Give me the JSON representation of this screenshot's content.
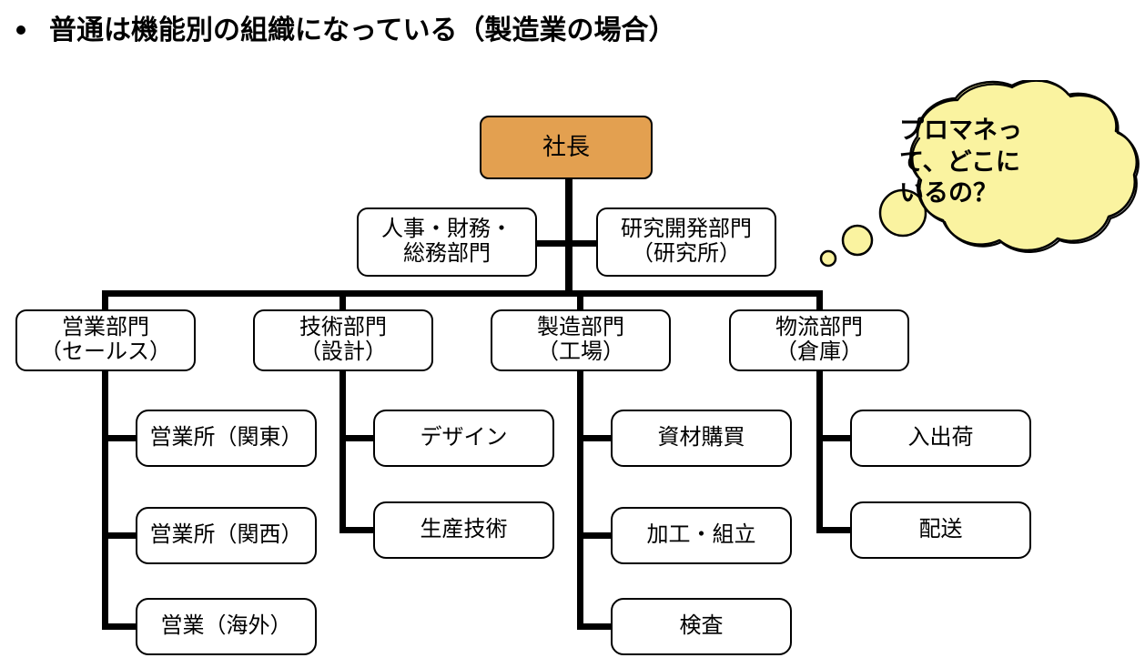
{
  "slide": {
    "bullet_icon": "bullet-dot",
    "title": "普通は機能別の組織になっている（製造業の場合）"
  },
  "colors": {
    "root_fill": "#E3A050",
    "bubble_fill": "#FAF3A0",
    "box_fill": "#FFFFFF",
    "stroke": "#000000",
    "text": "#000000"
  },
  "org_chart": {
    "type": "tree",
    "root": {
      "label": "社長",
      "fill": "#E3A050"
    },
    "staff": [
      {
        "label": "人事・財務・\n総務部門"
      },
      {
        "label": "研究開発部門\n（研究所）"
      }
    ],
    "departments": [
      {
        "label": "営業部門\n（セールス）",
        "children": [
          {
            "label": "営業所（関東）"
          },
          {
            "label": "営業所（関西）"
          },
          {
            "label": "営業（海外）"
          }
        ]
      },
      {
        "label": "技術部門\n（設計）",
        "children": [
          {
            "label": "デザイン"
          },
          {
            "label": "生産技術"
          }
        ]
      },
      {
        "label": "製造部門\n（工場）",
        "children": [
          {
            "label": "資材購買"
          },
          {
            "label": "加工・組立"
          },
          {
            "label": "検査"
          }
        ]
      },
      {
        "label": "物流部門\n（倉庫）",
        "children": [
          {
            "label": "入出荷"
          },
          {
            "label": "配送"
          }
        ]
      }
    ]
  },
  "thought_bubble": {
    "text": "プロマネっ\nて、どこに\nいるの？",
    "fill": "#FAF3A0"
  }
}
